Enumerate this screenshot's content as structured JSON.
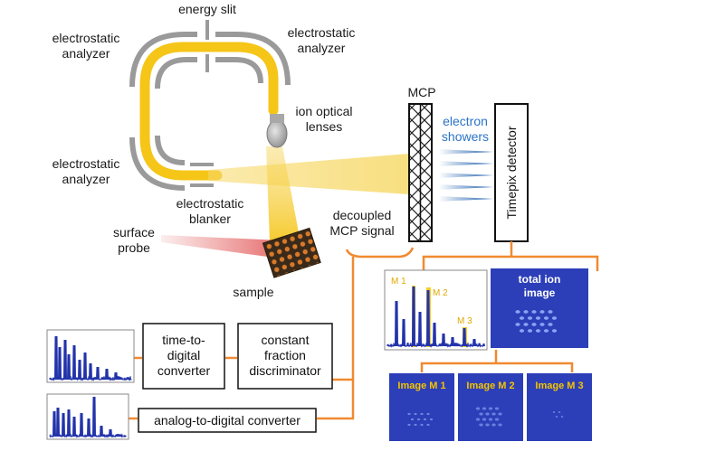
{
  "labels": {
    "energy_slit": "energy slit",
    "esa_tl_1": "electrostatic",
    "esa_tl_2": "analyzer",
    "esa_tr_1": "electrostatic",
    "esa_tr_2": "analyzer",
    "esa_l_1": "electrostatic",
    "esa_l_2": "analyzer",
    "ion_optics_1": "ion optical",
    "ion_optics_2": "lenses",
    "blanker_1": "electrostatic",
    "blanker_2": "blanker",
    "surface_probe_1": "surface",
    "surface_probe_2": "probe",
    "sample": "sample",
    "mcp": "MCP",
    "electron_showers_1": "electron",
    "electron_showers_2": "showers",
    "timepix": "Timepix detector",
    "decoupled_1": "decoupled",
    "decoupled_2": "MCP signal"
  },
  "boxes": {
    "tdc_1": "time-to-",
    "tdc_2": "digital",
    "tdc_3": "converter",
    "cfd_1": "constant",
    "cfd_2": "fraction",
    "cfd_3": "discriminator",
    "adc": "analog-to-digital converter"
  },
  "images": {
    "total_1": "total ion",
    "total_2": "image",
    "m1": "Image M 1",
    "m2": "Image M 2",
    "m3": "Image M 3"
  },
  "spectrum_labels": {
    "m1": "M 1",
    "m2": "M 2",
    "m3": "M 3"
  },
  "colors": {
    "beam": "#f5c518",
    "beam_light": "#f7d96a",
    "laser": "#e05050",
    "wire": "#f08a30",
    "detector_blue": "#2c3fb8",
    "spectrum_blue": "#2233aa"
  }
}
